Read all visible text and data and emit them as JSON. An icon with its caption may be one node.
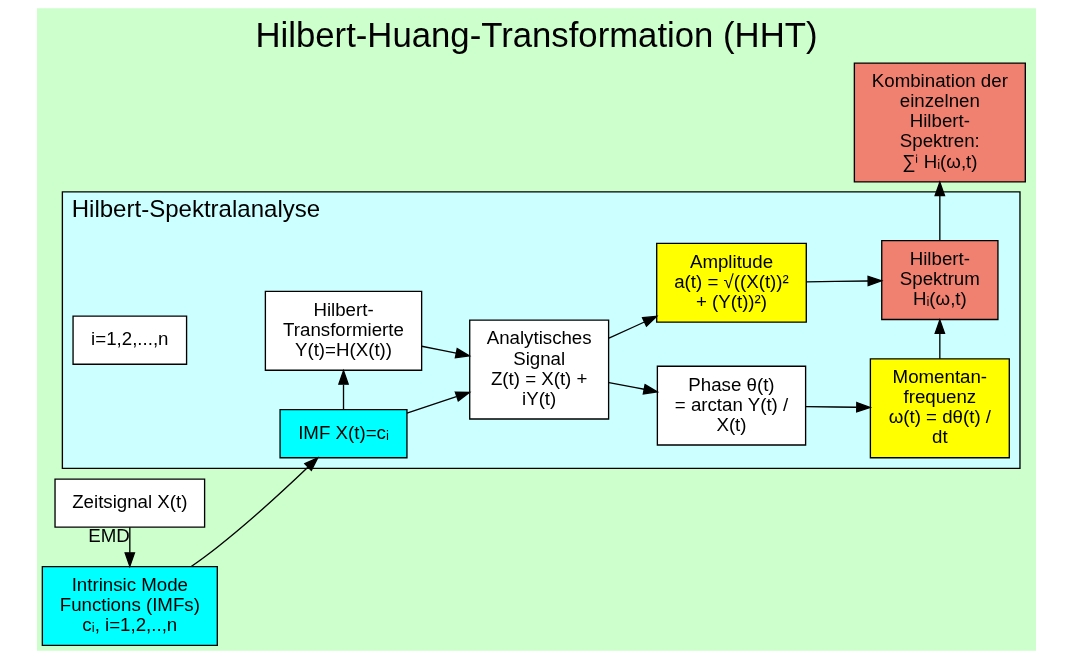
{
  "diagram": {
    "title": "Hilbert-Huang-Transformation (HHT)",
    "nodes": [
      {
        "text": [
          "Intrinsic Mode Functions (IMFs) cᵢ, i=1,2,..,n"
        ]
      },
      {
        "text": [
          "Zeitsignal X(t)"
        ]
      },
      {
        "text": [
          "Hilbert-Spektralanalyse"
        ]
      },
      {
        "text": [
          "i=1,2,...,n"
        ],
        "in": 2
      },
      {
        "text": [
          "IMF X(t)=cᵢ"
        ],
        "in": 2
      },
      {
        "text": [
          "Analytisches Signal",
          "Z(t) = X(t) + iY(t)"
        ],
        "in": 2
      },
      {
        "text": [
          "Hilbert- Transformierte Y(t)=H(X(t))"
        ],
        "in": 2
      },
      {
        "text": [
          "Phase θ(t)",
          "= arctan Y(t) / X(t)"
        ],
        "in": 2
      },
      {
        "text": [
          "Momentan- frequenz",
          "ω(t) = dθ(t) / dt"
        ],
        "in": 2
      },
      {
        "text": [
          "Amplitude",
          "a(t) = √((X(t))² + (Y(t))²)"
        ],
        "in": 2
      },
      {
        "text": [
          "Hilbert- Spektrum",
          "Hᵢ(ω,t)"
        ],
        "in": 2
      },
      {
        "text": [
          "Kombination der einzelnen Hilbert-Spektren:",
          "∑ⁱ Hᵢ(ω,t)"
        ]
      }
    ],
    "edges": [
      {
        "from": 1,
        "to": 0,
        "arrow": "to",
        "label": "EMD"
      },
      {
        "from": 0,
        "to": 4,
        "arrow": "to"
      },
      {
        "from": 4,
        "to": 5,
        "arrow": "to"
      },
      {
        "from": 4,
        "to": 6,
        "arrow": "to"
      },
      {
        "from": 6,
        "to": 5,
        "arrow": "to"
      },
      {
        "from": 5,
        "to": 7,
        "arrow": "to"
      },
      {
        "from": 5,
        "to": 9,
        "arrow": "to"
      },
      {
        "from": 7,
        "to": 8,
        "arrow": "to"
      },
      {
        "from": 8,
        "to": 10,
        "arrow": "to"
      },
      {
        "from": 9,
        "to": 10,
        "arrow": "to"
      },
      {
        "from": 10,
        "to": 11,
        "arrow": "to"
      }
    ]
  }
}
